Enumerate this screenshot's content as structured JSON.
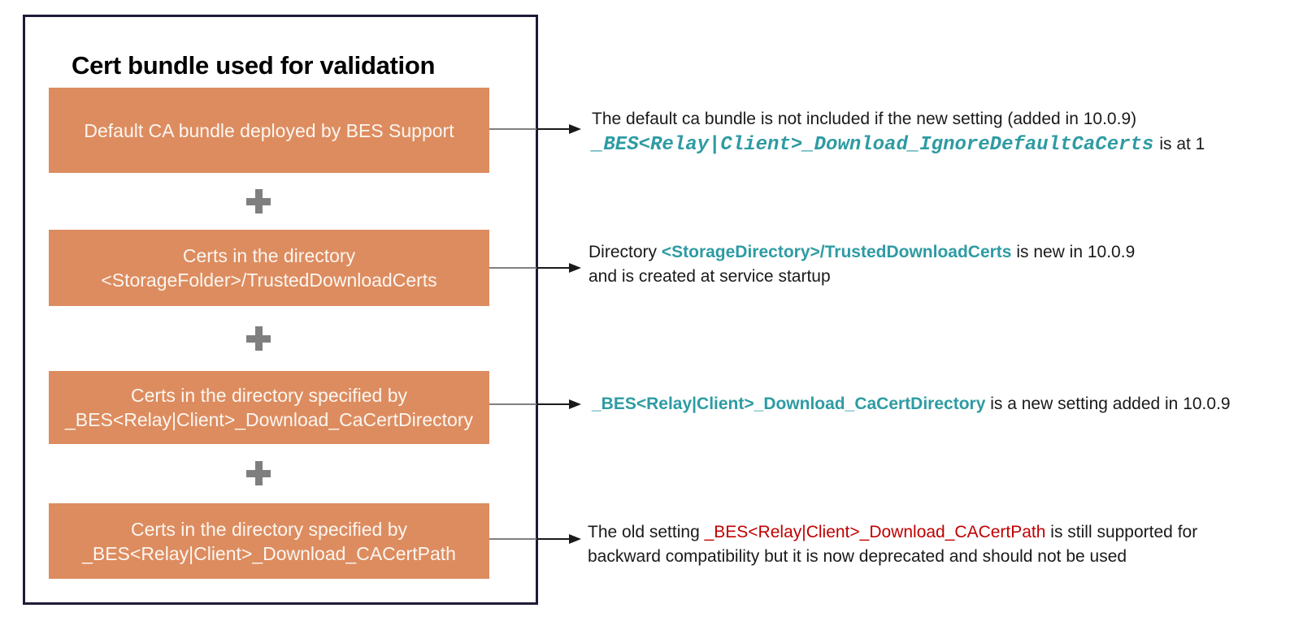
{
  "title": "Cert bundle used for validation",
  "plus_symbol": "+",
  "colors": {
    "box_fill": "#DD8C5F",
    "box_text": "#FBF6F1",
    "frame_border": "#1E1B38",
    "plus_gray": "#7F7F7F",
    "teal_accent": "#2E9BA3",
    "red_deprecated": "#C00000",
    "body_text": "#1A1A1A"
  },
  "boxes": [
    {
      "lines": [
        "Default CA bundle deployed by BES Support",
        ""
      ]
    },
    {
      "lines": [
        "Certs in the directory",
        "<StorageFolder>/TrustedDownloadCerts"
      ]
    },
    {
      "lines": [
        "Certs in the directory specified by",
        "_BES<Relay|Client>_Download_CaCertDirectory"
      ]
    },
    {
      "lines": [
        "Certs in the directory specified by",
        "_BES<Relay|Client>_Download_CACertPath"
      ]
    }
  ],
  "annotations": [
    {
      "line1": "The default ca bundle is not included if the new setting (added in 10.0.9)",
      "code": "_BES<Relay|Client>_Download_IgnoreDefaultCaCerts",
      "suffix": "is at 1"
    },
    {
      "pre": "Directory ",
      "highlight": "<StorageDirectory>/TrustedDownloadCerts",
      "post": " is new in 10.0.9 and is created at service startup"
    },
    {
      "highlight": "_BES<Relay|Client>_Download_CaCertDirectory",
      "post": " is a new setting added in 10.0.9"
    },
    {
      "pre": "The old setting ",
      "deprecated": "_BES<Relay|Client>_Download_CACertPath",
      "post": " is still supported for backward compatibility but it is now deprecated and should not be used"
    }
  ]
}
